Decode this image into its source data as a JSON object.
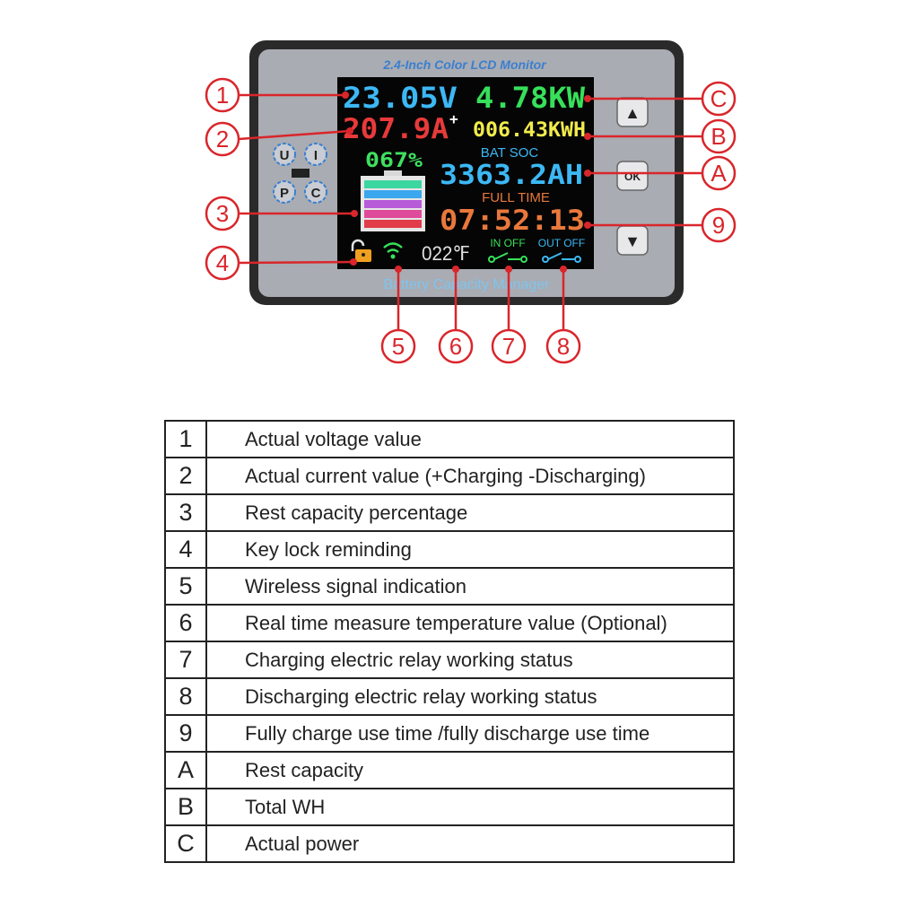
{
  "device": {
    "header": "2.4-Inch Color LCD Monitor",
    "footer": "Battery Capacity Manager",
    "side_keys": [
      "U",
      "I",
      "P",
      "C"
    ],
    "buttons": {
      "up": "▲",
      "ok": "OK",
      "down": "▼"
    }
  },
  "screen": {
    "voltage": "23.05V",
    "power": "4.78KW",
    "current": "207.9A",
    "current_sign": "+",
    "energy": "006.43KWH",
    "percent": "067%",
    "soc_label": "BAT SOC",
    "capacity": "3363.2AH",
    "time_label": "FULL TIME",
    "time": "07:52:13",
    "temperature": "022℉",
    "relay_in": "IN OFF",
    "relay_out": "OUT OFF"
  },
  "callouts": [
    "1",
    "2",
    "3",
    "4",
    "C",
    "B",
    "A",
    "9",
    "5",
    "6",
    "7",
    "8"
  ],
  "colors": {
    "voltage": "#3cb8f5",
    "power": "#37e05a",
    "current": "#e83a3a",
    "energy": "#f2ec4c",
    "percent": "#3fe060",
    "capacity": "#3cb8f5",
    "time": "#e8783c",
    "callout": "#d9262b"
  },
  "legend": [
    {
      "key": "1",
      "desc": "Actual voltage value"
    },
    {
      "key": "2",
      "desc": "Actual current value (+Charging -Discharging)"
    },
    {
      "key": "3",
      "desc": "Rest capacity percentage"
    },
    {
      "key": "4",
      "desc": "Key lock reminding"
    },
    {
      "key": "5",
      "desc": "Wireless signal indication"
    },
    {
      "key": "6",
      "desc": "Real time measure temperature value (Optional)"
    },
    {
      "key": "7",
      "desc": "Charging electric relay working status"
    },
    {
      "key": "8",
      "desc": "Discharging electric relay working status"
    },
    {
      "key": "9",
      "desc": "Fully charge use time /fully discharge use time"
    },
    {
      "key": "A",
      "desc": "Rest capacity"
    },
    {
      "key": "B",
      "desc": "Total WH"
    },
    {
      "key": "C",
      "desc": "Actual power"
    }
  ]
}
